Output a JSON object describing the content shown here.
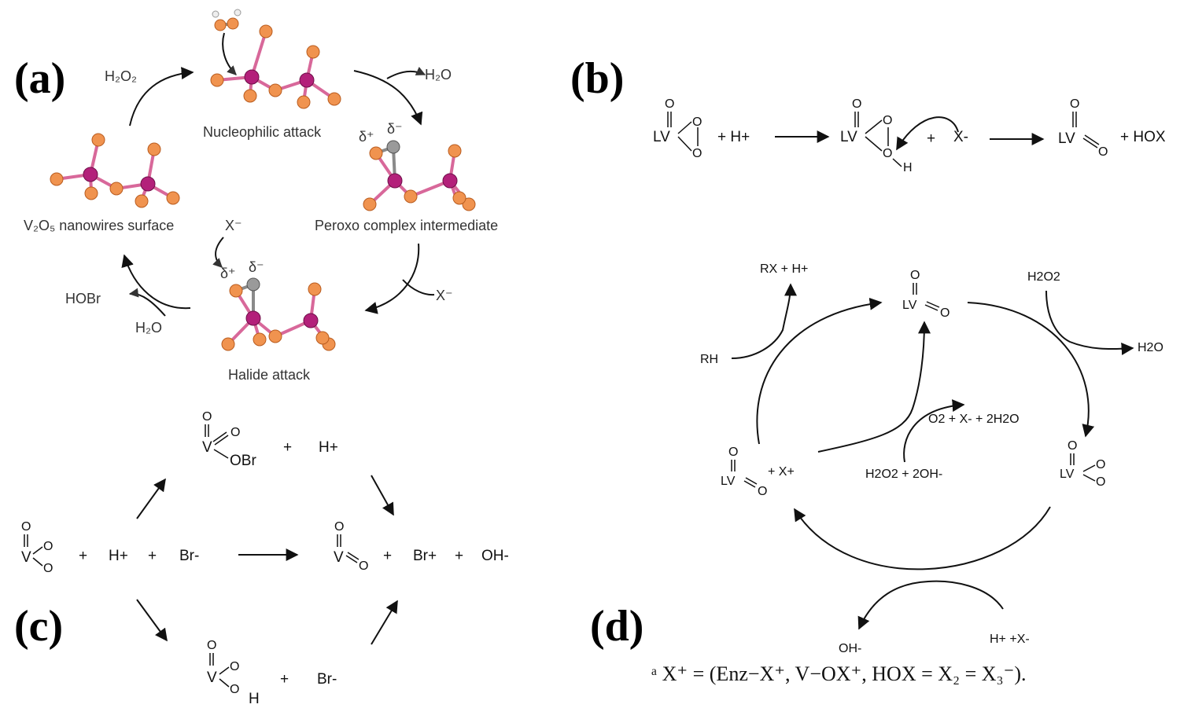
{
  "panels": {
    "a": {
      "label": "(a)",
      "h2o2": "H₂O₂",
      "h2o_out": "H₂O",
      "nucleophilic": "Nucleophilic attack",
      "peroxo": "Peroxo complex intermediate",
      "surface": "V₂O₅ nanowires surface",
      "halide": "Halide attack",
      "x_minus_left": "X⁻",
      "x_minus_right": "X⁻",
      "hobr": "HOBr",
      "h2o_in": "H₂O",
      "delta_plus": "δ⁺",
      "delta_minus": "δ⁻"
    },
    "b": {
      "label": "(b)",
      "lv": "LV",
      "o": "O",
      "h": "H",
      "plus_h": "+ H+",
      "plus": "+",
      "x_minus": "X-",
      "plus_hox": "+ HOX"
    },
    "c": {
      "label": "(c)",
      "v": "V",
      "o": "O",
      "obr": "OBr",
      "h": "H",
      "plus": "+",
      "h_plus": "H+",
      "br_minus": "Br-",
      "br_plus": "Br+",
      "oh_minus": "OH-"
    },
    "d": {
      "label": "(d)",
      "rx_h": "RX + H+",
      "h2o2": "H2O2",
      "h2o": "H2O",
      "rh": "RH",
      "lv": "LV",
      "o": "O",
      "plus_x": "+ X+",
      "o2_x_2h2o": "O2 + X- + 2H2O",
      "h2o2_2oh": "H2O2 + 2OH-",
      "oh_minus": "OH-",
      "h_x": "H+ +X-",
      "footnote": "ᵃ X⁺ = (Enz−X⁺, V−OX⁺, HOX = X₂ = X₃⁻)."
    }
  },
  "colors": {
    "oxygen": "#f0934f",
    "vanadium": "#b3207a",
    "halide": "#9a9a9a",
    "bond": "#d8689a"
  }
}
